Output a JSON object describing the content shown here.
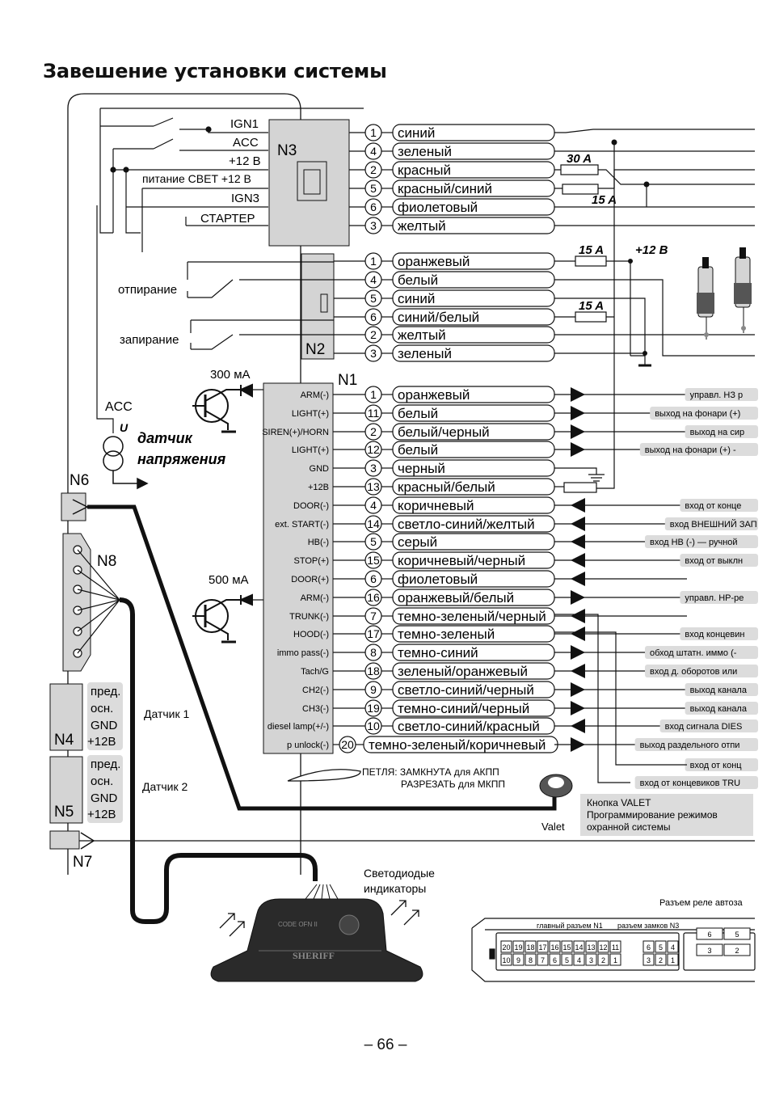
{
  "title": "Завешение установки системы",
  "page_number": "– 66 –",
  "ignition": {
    "switch_labels": [
      "IGN1",
      "ACC",
      "+12 B",
      "питание СВЕТ +12 B",
      "IGN3",
      "СТАРТЕР"
    ],
    "acc_label": "ACC"
  },
  "door_switches": {
    "unlock": "отпирание",
    "lock": "запирание"
  },
  "connectors": {
    "n1": "N1",
    "n2": "N2",
    "n3": "N3",
    "n4": "N4",
    "n5": "N5",
    "n6": "N6",
    "n7": "N7",
    "n8": "N8"
  },
  "n3_wires": [
    {
      "num": "1",
      "color": "синий"
    },
    {
      "num": "4",
      "color": "зеленый"
    },
    {
      "num": "2",
      "color": "красный"
    },
    {
      "num": "5",
      "color": "красный/синий"
    },
    {
      "num": "6",
      "color": "фиолетовый"
    },
    {
      "num": "3",
      "color": "желтый"
    }
  ],
  "n2_wires": [
    {
      "num": "1",
      "color": "оранжевый"
    },
    {
      "num": "4",
      "color": "белый"
    },
    {
      "num": "5",
      "color": "синий"
    },
    {
      "num": "6",
      "color": "синий/белый"
    },
    {
      "num": "2",
      "color": "желтый"
    },
    {
      "num": "3",
      "color": "зеленый"
    }
  ],
  "fuses": {
    "f30": "30 A",
    "f15_n3": "15 A",
    "f15_n2a": "15 A",
    "f15_n2b": "15 A",
    "plus12": "+12 B"
  },
  "transistors": {
    "t1": "300 мА",
    "t2": "500 мА"
  },
  "voltage_sensor": {
    "symbol": "U",
    "label_line1": "датчик",
    "label_line2": "напряжения"
  },
  "n1_wires": [
    {
      "pin": "ARM(-)",
      "num": "1",
      "color": "оранжевый",
      "dir": "out",
      "desc": "управл. НЗ р"
    },
    {
      "pin": "LIGHT(+)",
      "num": "11",
      "color": "белый",
      "dir": "out",
      "desc": "выход на фонари (+)"
    },
    {
      "pin": "SIREN(+)/HORN",
      "num": "2",
      "color": "белый/черный",
      "dir": "out",
      "desc": "выход на сир"
    },
    {
      "pin": "LIGHT(+)",
      "num": "12",
      "color": "белый",
      "dir": "out",
      "desc": "выход на фонари (+) -"
    },
    {
      "pin": "GND",
      "num": "3",
      "color": "черный",
      "dir": "gnd",
      "desc": ""
    },
    {
      "pin": "+12B",
      "num": "13",
      "color": "красный/белый",
      "dir": "fuse",
      "desc": ""
    },
    {
      "pin": "DOOR(-)",
      "num": "4",
      "color": "коричневый",
      "dir": "in",
      "desc": "вход от конце"
    },
    {
      "pin": "ext. START(-)",
      "num": "14",
      "color": "светло-синий/желтый",
      "dir": "in",
      "desc": "вход ВНЕШНИЙ ЗАП"
    },
    {
      "pin": "HB(-)",
      "num": "5",
      "color": "серый",
      "dir": "in",
      "desc": "вход НВ (-) — ручной"
    },
    {
      "pin": "STOP(+)",
      "num": "15",
      "color": "коричневый/черный",
      "dir": "in",
      "desc": "вход от выклн"
    },
    {
      "pin": "DOOR(+)",
      "num": "6",
      "color": "фиолетовый",
      "dir": "in",
      "desc": ""
    },
    {
      "pin": "ARM(-)",
      "num": "16",
      "color": "оранжевый/белый",
      "dir": "out",
      "desc": "управл. НР-ре"
    },
    {
      "pin": "TRUNK(-)",
      "num": "7",
      "color": "темно-зеленый/черный",
      "dir": "in",
      "desc": ""
    },
    {
      "pin": "HOOD(-)",
      "num": "17",
      "color": "темно-зеленый",
      "dir": "in",
      "desc": "вход концевин"
    },
    {
      "pin": "immo pass(-)",
      "num": "8",
      "color": "темно-синий",
      "dir": "out",
      "desc": "обход штатн. иммо (-"
    },
    {
      "pin": "Tach/G",
      "num": "18",
      "color": "зеленый/оранжевый",
      "dir": "in",
      "desc": "вход д. оборотов или"
    },
    {
      "pin": "CH2(-)",
      "num": "9",
      "color": "светло-синий/черный",
      "dir": "out",
      "desc": "выход канала"
    },
    {
      "pin": "CH3(-)",
      "num": "19",
      "color": "темно-синий/черный",
      "dir": "out",
      "desc": "выход канала"
    },
    {
      "pin": "diesel lamp(+/-)",
      "num": "10",
      "color": "светло-синий/красный",
      "dir": "in",
      "desc": "вход сигнала DIES"
    },
    {
      "pin": "p unlock(-)",
      "num": "20",
      "color": "темно-зеленый/коричневый",
      "dir": "out",
      "desc": "выход раздельного отпи"
    }
  ],
  "bottom_descs": [
    "вход от конц",
    "вход от концевиков TRU"
  ],
  "loop_note": {
    "line1": "ПЕТЛЯ: ЗАМКНУТА для АКПП",
    "line2": "РАЗРЕЗАТЬ для МКПП"
  },
  "valet": {
    "label": "Valet",
    "desc": [
      "Кнопка VALET",
      "Программирование режимов",
      "охранной системы"
    ]
  },
  "sensors": {
    "s1": "Датчик 1",
    "s2": "Датчик 2",
    "n4_pins": [
      "пред.",
      "осн.",
      "GND",
      "+12B"
    ],
    "n5_pins": [
      "пред.",
      "осн.",
      "GND",
      "+12B"
    ]
  },
  "led_label": [
    "Светодиодые",
    "индикаторы"
  ],
  "unit": {
    "brand": "SHERIFF",
    "small_text": "CODE OFN II"
  },
  "relay": {
    "title": "Разъем реле автоза",
    "main_connector": "главный разъем N1",
    "locks_connector": "разъем замков N3",
    "n1_top": [
      "20",
      "19",
      "18",
      "17",
      "16",
      "15",
      "14",
      "13",
      "12",
      "11"
    ],
    "n1_bottom": [
      "10",
      "9",
      "8",
      "7",
      "6",
      "5",
      "4",
      "3",
      "2",
      "1"
    ],
    "n3_top": [
      "6",
      "5",
      "4"
    ],
    "n3_bottom": [
      "3",
      "2",
      "1"
    ],
    "relay_top": [
      "6",
      "5"
    ],
    "relay_bottom": [
      "3",
      "2"
    ]
  },
  "colors": {
    "line": "#111111",
    "panel": "#d4d4d4",
    "tag_bg": "#dcdcdc",
    "white": "#ffffff"
  }
}
